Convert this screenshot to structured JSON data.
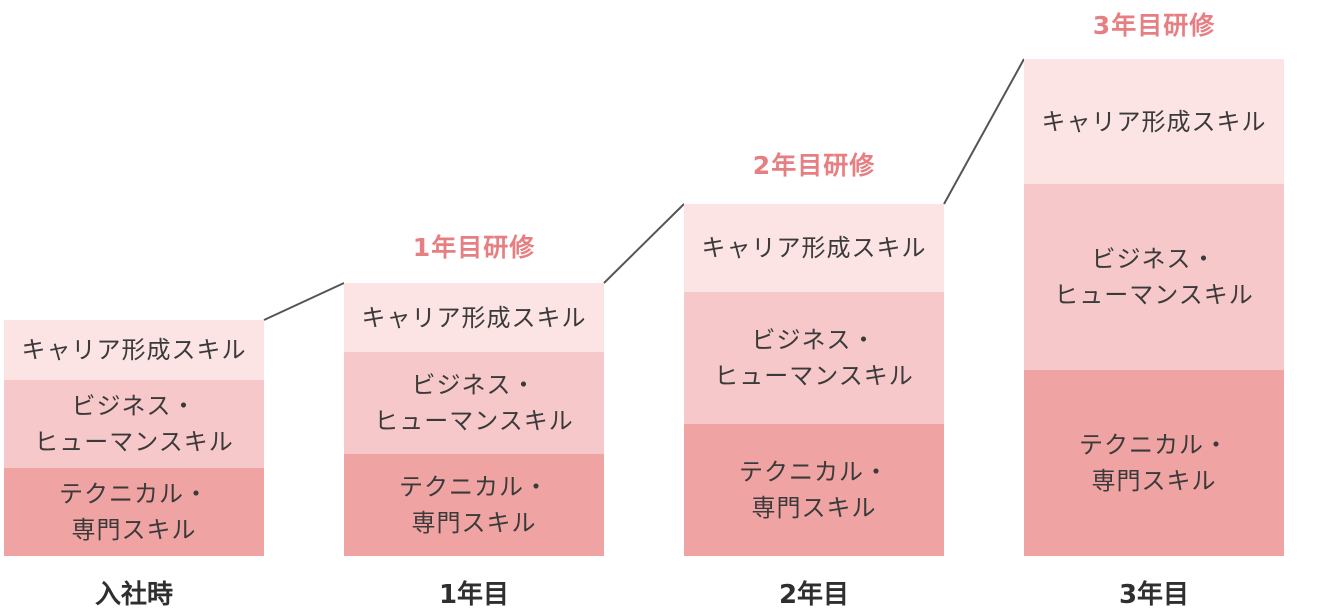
{
  "stages": [
    {
      "year": "入社時",
      "training": "",
      "layers": {
        "career": [
          "キャリア形成スキル"
        ],
        "business": [
          "ビジネス・",
          "ヒューマンスキル"
        ],
        "technical": [
          "テクニカル・",
          "専門スキル"
        ]
      }
    },
    {
      "year": "1年目",
      "training": "1年目研修",
      "layers": {
        "career": [
          "キャリア形成スキル"
        ],
        "business": [
          "ビジネス・",
          "ヒューマンスキル"
        ],
        "technical": [
          "テクニカル・",
          "専門スキル"
        ]
      }
    },
    {
      "year": "2年目",
      "training": "2年目研修",
      "layers": {
        "career": [
          "キャリア形成スキル"
        ],
        "business": [
          "ビジネス・",
          "ヒューマンスキル"
        ],
        "technical": [
          "テクニカル・",
          "専門スキル"
        ]
      }
    },
    {
      "year": "3年目",
      "training": "3年目研修",
      "layers": {
        "career": [
          "キャリア形成スキル"
        ],
        "business": [
          "ビジネス・",
          "ヒューマンスキル"
        ],
        "technical": [
          "テクニカル・",
          "専門スキル"
        ]
      }
    }
  ],
  "colors": {
    "career": "#fce4e4",
    "business": "#f7c8c9",
    "technical": "#f0a3a3",
    "training_label": "#e77f82",
    "connector": "#555555"
  }
}
